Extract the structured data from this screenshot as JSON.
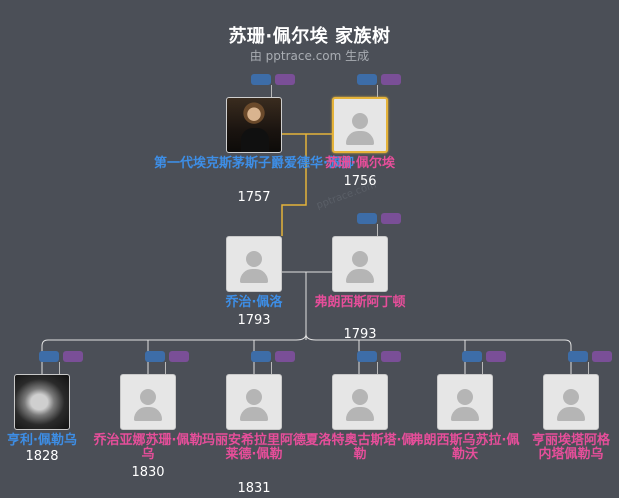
{
  "header": {
    "title": "苏珊·佩尔埃 家族树",
    "subtitle": "由 pptrace.com 生成"
  },
  "colors": {
    "background": "#4b4f57",
    "male": "#3d8ee6",
    "female": "#e64e9a",
    "highlight": "#e5b33a",
    "line": "#e2e2e2"
  },
  "generations": {
    "gen1": [
      {
        "name": "第一代埃克斯茅斯子爵爱德华·佩柳",
        "year": "1757",
        "gender": "male",
        "photo": "portrait"
      },
      {
        "name": "苏珊·佩尔埃",
        "year": "1756",
        "gender": "female",
        "photo": "placeholder",
        "highlight": true
      }
    ],
    "gen2": [
      {
        "name": "乔治·佩洛",
        "year": "1793",
        "gender": "male",
        "photo": "placeholder"
      },
      {
        "name": "弗朗西斯阿丁顿",
        "year": "1793",
        "gender": "female",
        "photo": "placeholder"
      }
    ],
    "gen3": [
      {
        "name": "亨利·佩勒乌",
        "year": "1828",
        "gender": "male",
        "photo": "sketch"
      },
      {
        "name": "乔治亚娜苏珊·佩勒乌",
        "year": "1830",
        "gender": "female",
        "photo": "placeholder"
      },
      {
        "name": "玛丽安希拉里阿德莱德·佩勒",
        "year": "1831",
        "gender": "female",
        "photo": "placeholder"
      },
      {
        "name": "夏洛特奥古斯塔·佩勒",
        "year": "",
        "gender": "female",
        "photo": "placeholder"
      },
      {
        "name": "弗朗西斯乌苏拉·佩勒沃",
        "year": "",
        "gender": "female",
        "photo": "placeholder"
      },
      {
        "name": "亨丽埃塔阿格内塔佩勒乌",
        "year": "",
        "gender": "female",
        "photo": "placeholder"
      }
    ]
  },
  "watermark": "pptrace.com"
}
